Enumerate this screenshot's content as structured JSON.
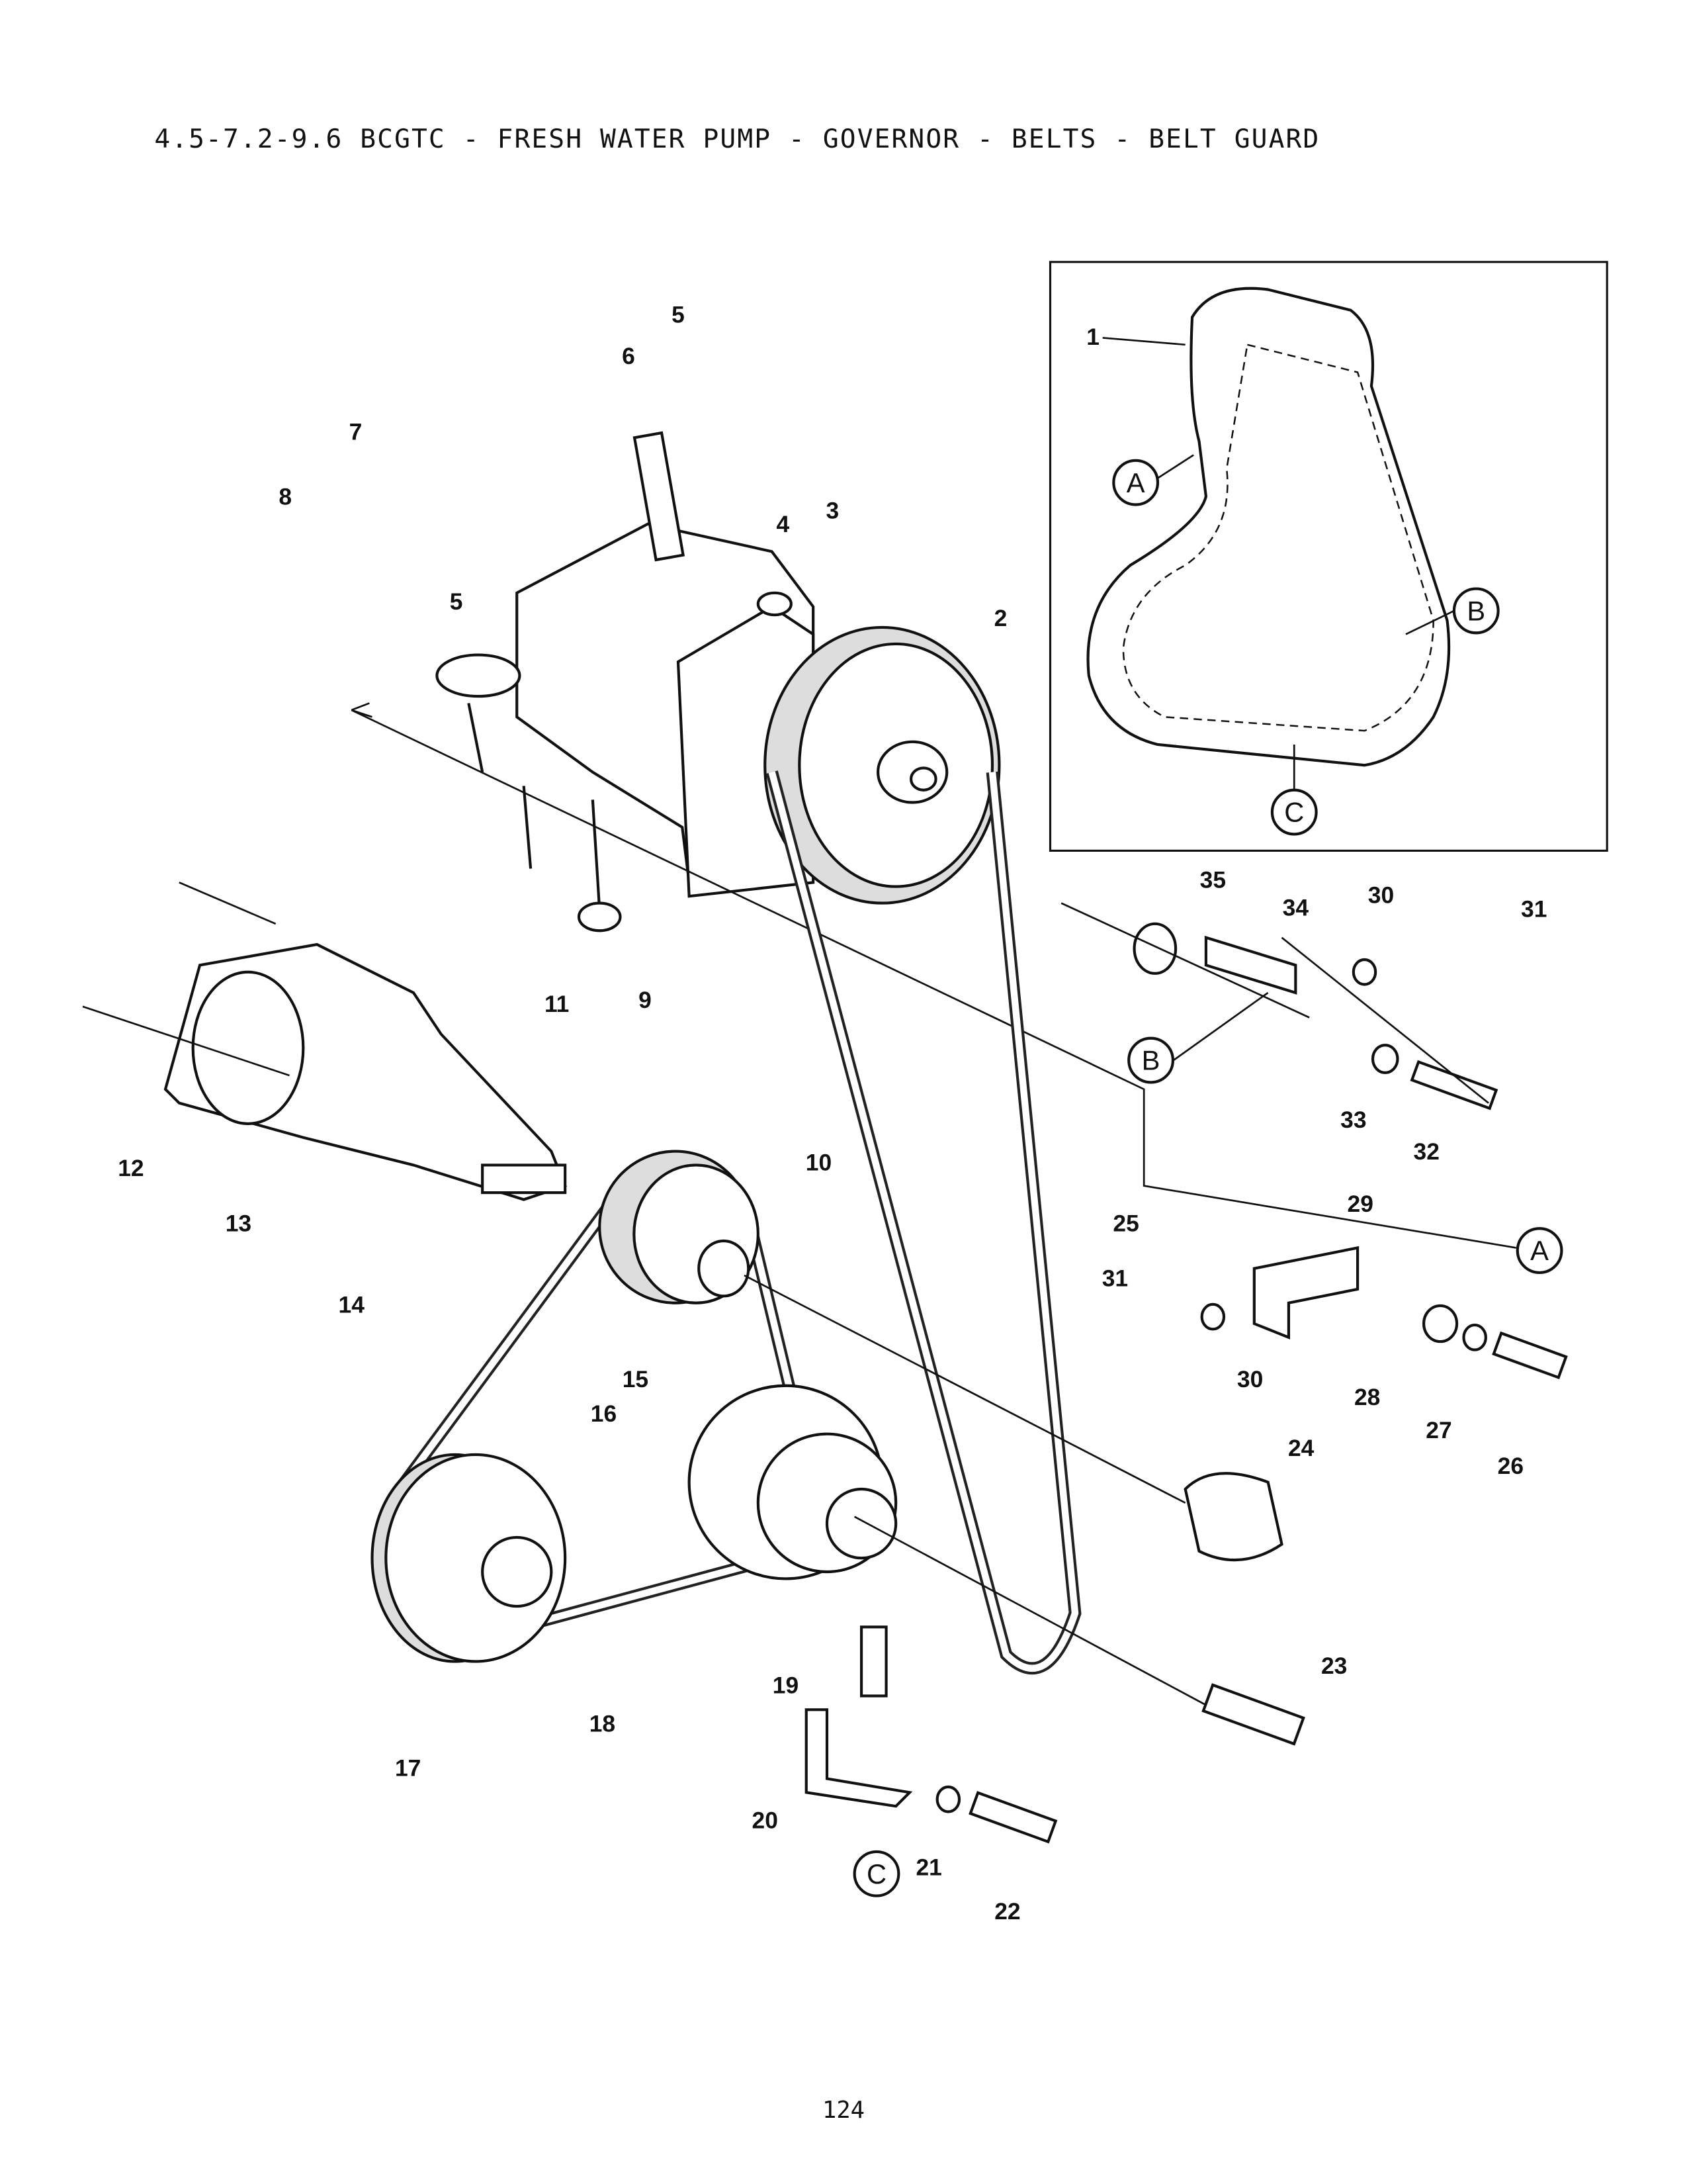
{
  "title": "4.5-7.2-9.6 BCGTC - FRESH WATER PUMP - GOVERNOR - BELTS - BELT GUARD",
  "page_number": "124",
  "callouts": [
    "1",
    "2",
    "3",
    "4",
    "5",
    "6",
    "7",
    "8",
    "5",
    "9",
    "10",
    "11",
    "12",
    "13",
    "14",
    "15",
    "16",
    "17",
    "18",
    "19",
    "20",
    "21",
    "22",
    "23",
    "24",
    "25",
    "26",
    "27",
    "28",
    "29",
    "30",
    "31",
    "30",
    "31",
    "32",
    "33",
    "34",
    "35"
  ],
  "reference_letters": [
    "A",
    "B",
    "C",
    "B",
    "A",
    "C"
  ]
}
